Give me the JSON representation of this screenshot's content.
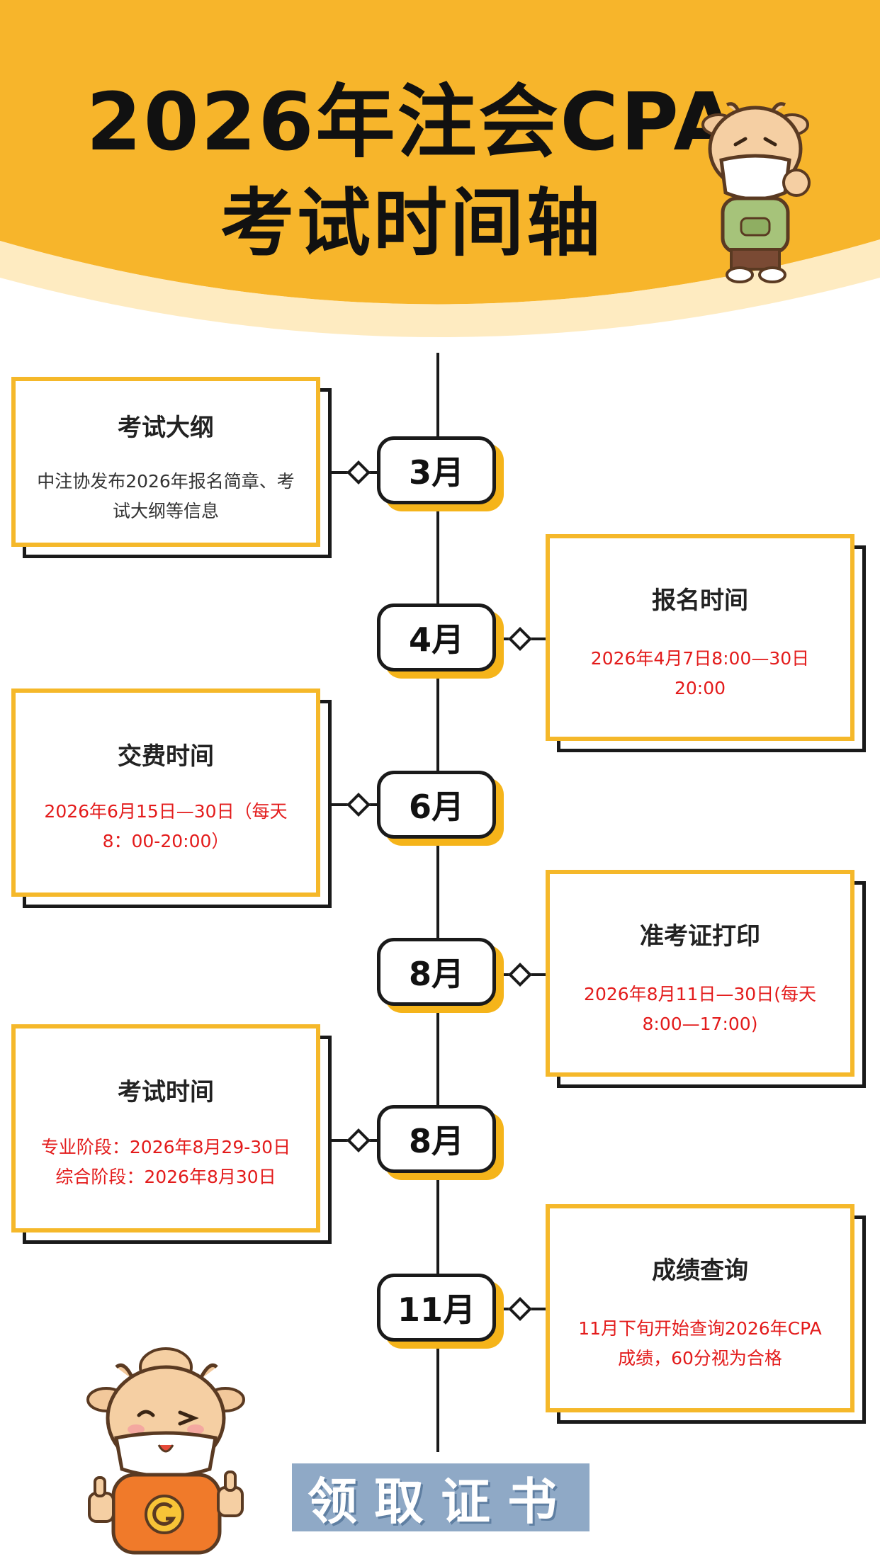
{
  "header": {
    "title_line1": "2026年注会CPA",
    "title_line2": "考试时间轴",
    "color": "#f7b52b"
  },
  "timeline": [
    {
      "month": "3月",
      "title": "考试大纲",
      "body": "中注协发布2026年报名简章、考试大纲等信息",
      "side": "left",
      "highlight": false
    },
    {
      "month": "4月",
      "title": "报名时间",
      "body": "2026年4月7日8:00—30日20:00",
      "side": "right",
      "highlight": true
    },
    {
      "month": "6月",
      "title": "交费时间",
      "body": "2026年6月15日—30日（每天8：00-20:00）",
      "side": "left",
      "highlight": true
    },
    {
      "month": "8月",
      "title": "准考证打印",
      "body": "2026年8月11日—30日(每天8:00—17:00)",
      "side": "right",
      "highlight": true
    },
    {
      "month": "8月",
      "title": "考试时间",
      "body_lines": [
        "专业阶段：2026年8月29-30日",
        "综合阶段：2026年8月30日"
      ],
      "side": "left",
      "highlight": true
    },
    {
      "month": "11月",
      "title": "成绩查询",
      "body": "11月下旬开始查询2026年CPA成绩，60分视为合格",
      "side": "right",
      "highlight": true
    }
  ],
  "cta": {
    "label": "领取证书",
    "color": "#8fa9c6"
  },
  "colors": {
    "accent": "#f5b82a",
    "red": "#e31b1b",
    "ink": "#1a1a1a"
  }
}
